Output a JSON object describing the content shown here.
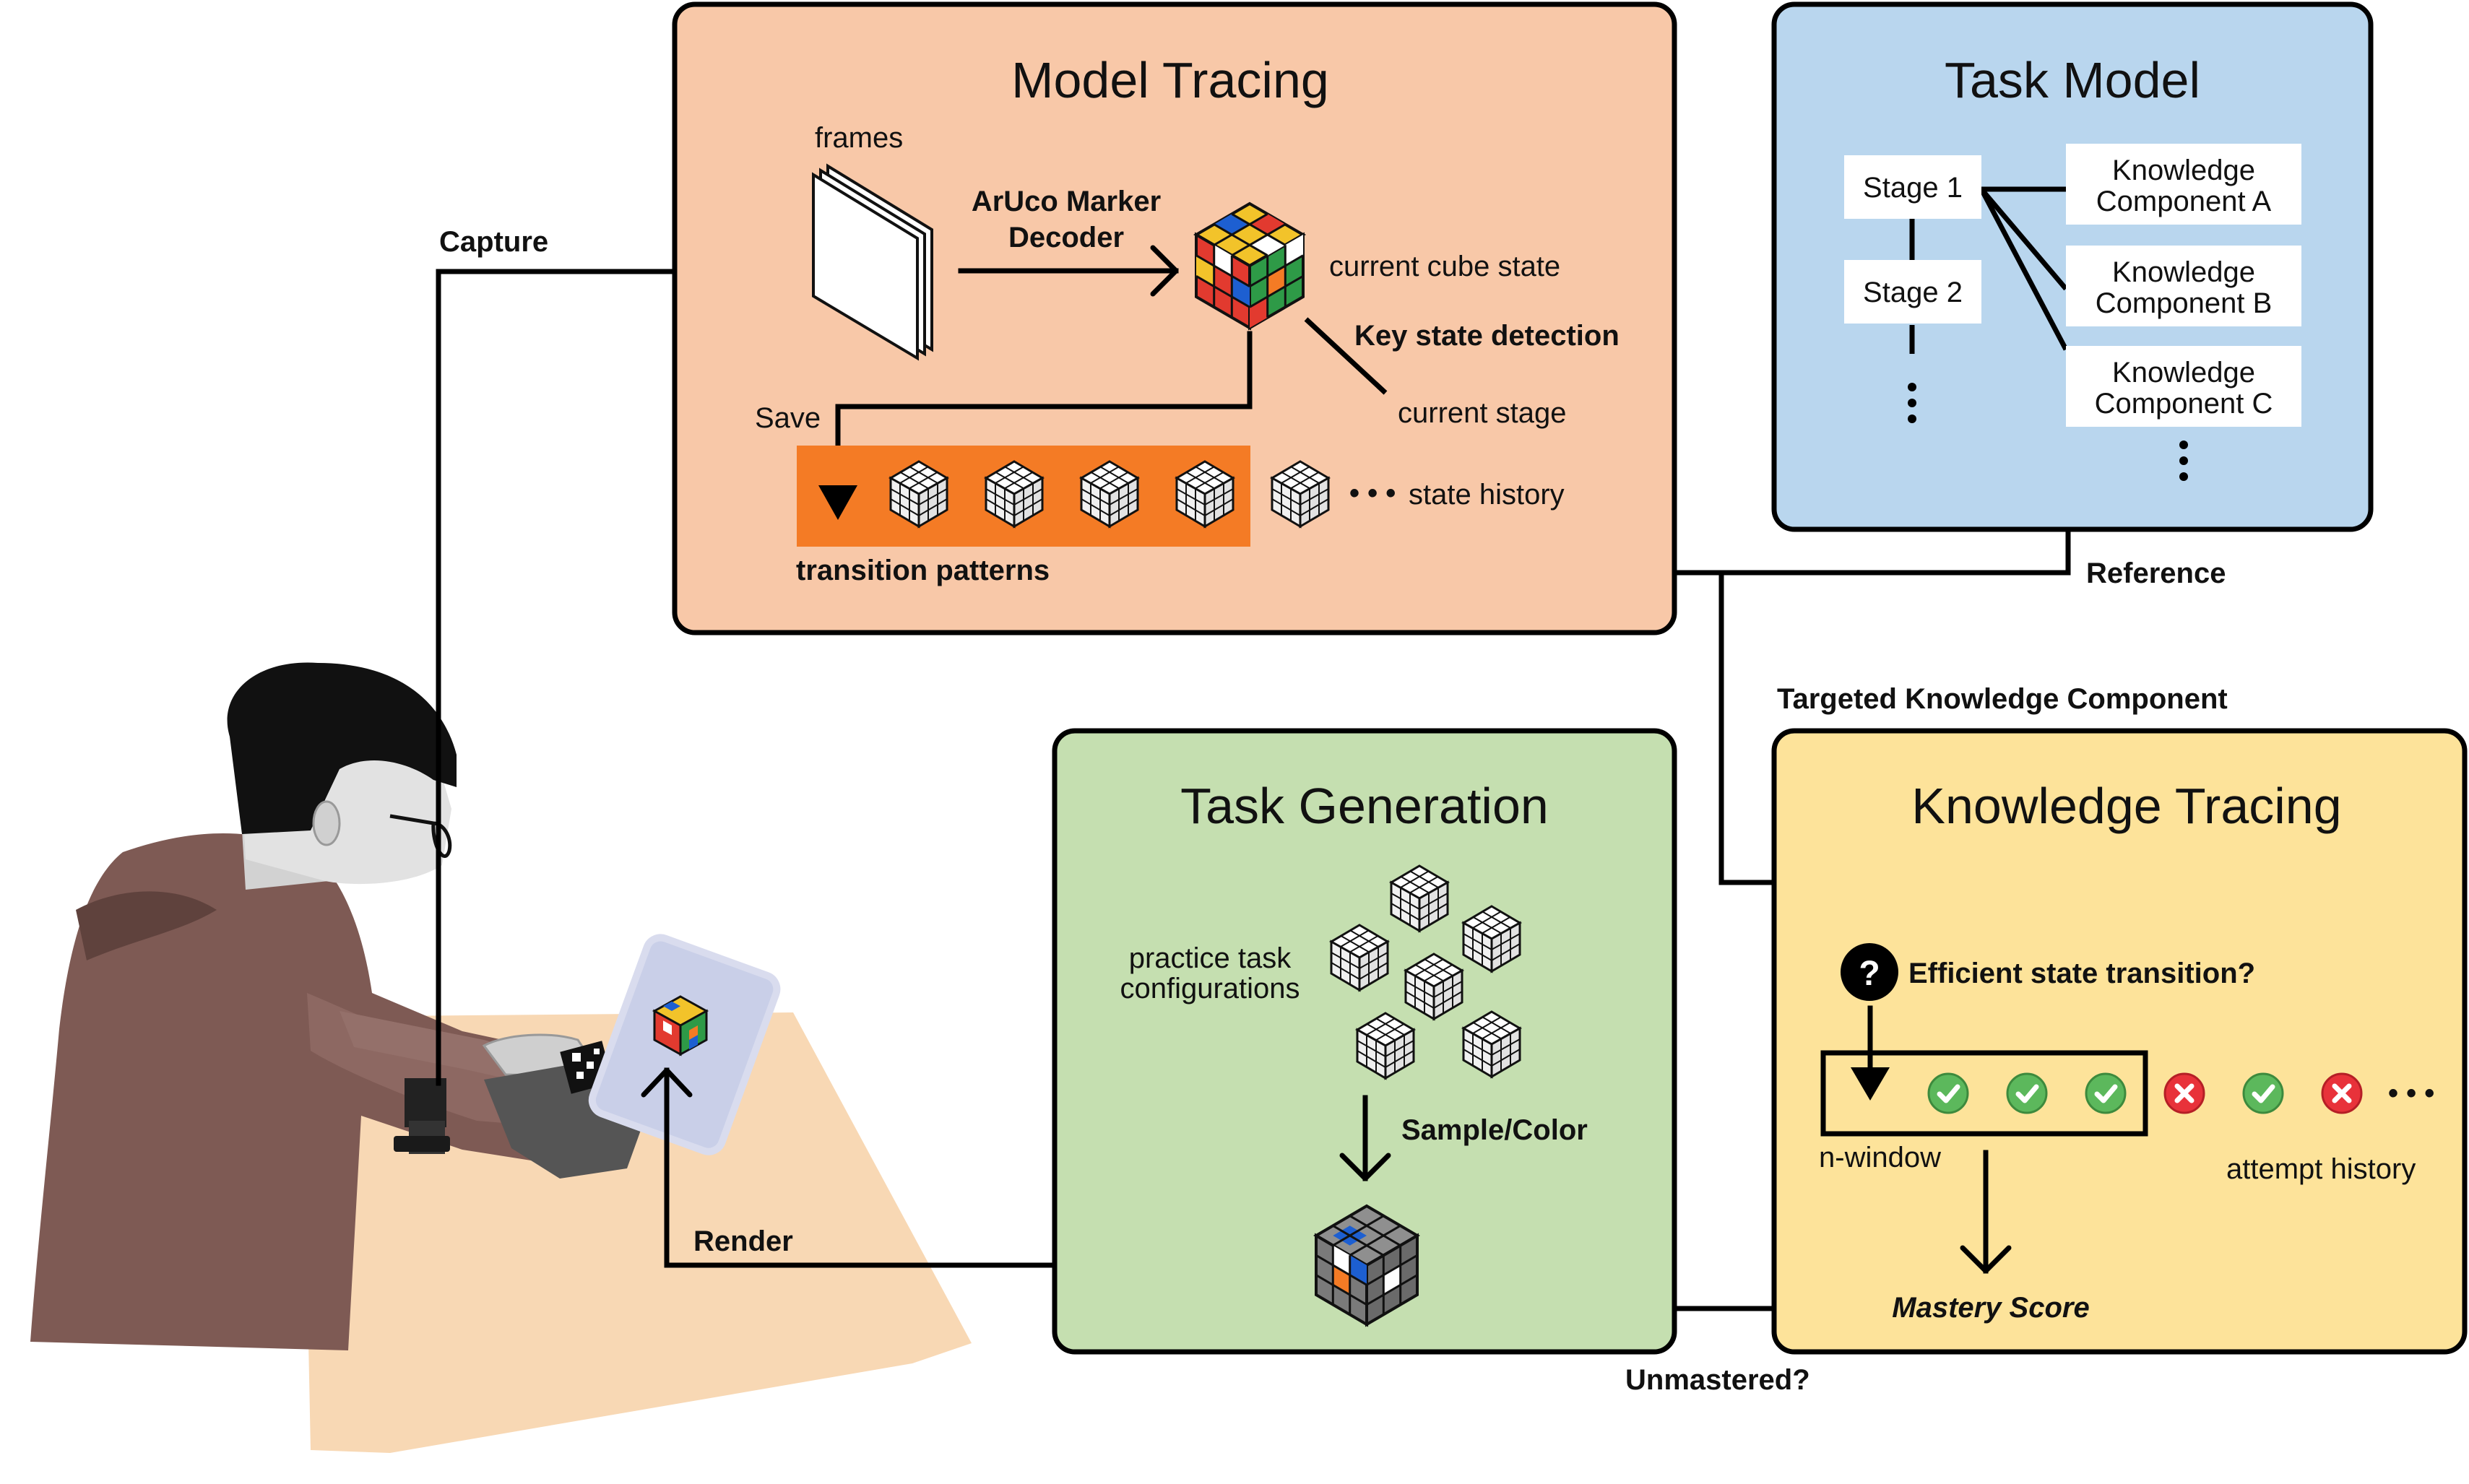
{
  "colors": {
    "model_tracing_bg": "#f8c8a8",
    "task_model_bg": "#b9d6ee",
    "task_generation_bg": "#c5dfb0",
    "knowledge_tracing_bg": "#fde39a",
    "orange_accent": "#f47b25",
    "check_green": "#5cb85c",
    "cross_red": "#e8323a"
  },
  "model_tracing": {
    "title": "Model Tracing",
    "frames": "frames",
    "decoder_line1": "ArUco Marker",
    "decoder_line2": "Decoder",
    "current_cube_state": "current cube state",
    "key_state_detection": "Key state detection",
    "current_stage": "current stage",
    "save": "Save",
    "state_history": "state history",
    "ellipsis": "• • •",
    "transition_patterns": "transition patterns"
  },
  "task_model": {
    "title": "Task Model",
    "stages": [
      "Stage 1",
      "Stage 2"
    ],
    "components": [
      {
        "line1": "Knowledge",
        "line2": "Component A"
      },
      {
        "line1": "Knowledge",
        "line2": "Component B"
      },
      {
        "line1": "Knowledge",
        "line2": "Component C"
      }
    ]
  },
  "task_generation": {
    "title": "Task Generation",
    "practice_line1": "practice task",
    "practice_line2": "configurations",
    "sample_color": "Sample/Color"
  },
  "knowledge_tracing": {
    "title": "Knowledge Tracing",
    "question_mark": "?",
    "efficient_transition": "Efficient state transition?",
    "n_window": "n-window",
    "attempt_history": "attempt history",
    "attempts": [
      "check",
      "check",
      "check",
      "cross",
      "check",
      "cross"
    ],
    "ellipsis": "• • •",
    "mastery_score": "Mastery Score"
  },
  "flow_labels": {
    "capture": "Capture",
    "reference": "Reference",
    "targeted_kc": "Targeted Knowledge Component",
    "render": "Render",
    "unmastered": "Unmastered?"
  }
}
